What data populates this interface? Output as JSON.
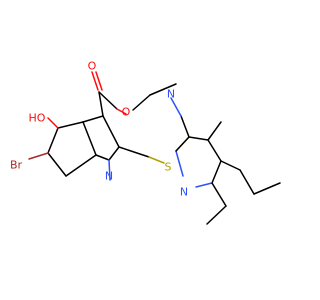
{
  "molecule": {
    "colors": {
      "carbon": "#000000",
      "oxygen": "#ff0d0d",
      "nitrogen": "#3050f8",
      "bromine": "#a62929",
      "sulfur": "#b0a000"
    },
    "labels": {
      "o_ester_carbonyl": "O",
      "o_ester_single": "O",
      "ho": "HO",
      "br": "Br",
      "n_indole": "N",
      "n_cyano": "N",
      "s": "S",
      "n_pyridine": "N"
    }
  }
}
